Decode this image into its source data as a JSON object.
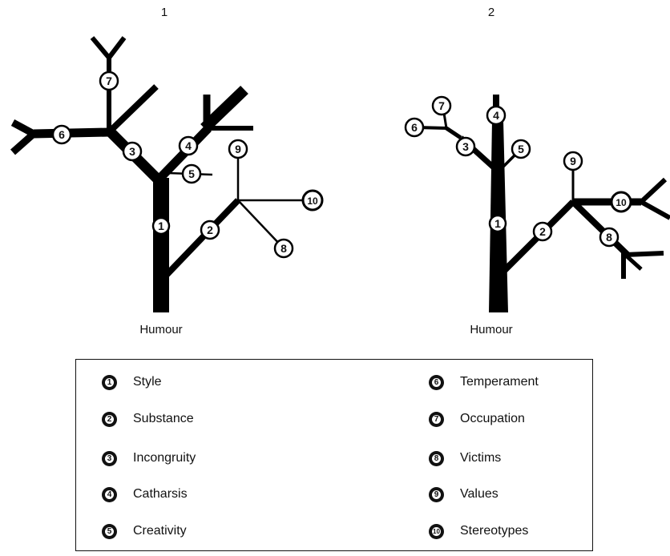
{
  "diagram_titles": [
    "1",
    "2"
  ],
  "tree_labels": [
    "Humour",
    "Humour"
  ],
  "legend": [
    {
      "number": "1",
      "label": "Style"
    },
    {
      "number": "2",
      "label": "Substance"
    },
    {
      "number": "3",
      "label": "Incongruity"
    },
    {
      "number": "4",
      "label": "Catharsis"
    },
    {
      "number": "5",
      "label": "Creativity"
    },
    {
      "number": "6",
      "label": "Temperament"
    },
    {
      "number": "7",
      "label": "Occupation"
    },
    {
      "number": "8",
      "label": "Victims"
    },
    {
      "number": "9",
      "label": "Values"
    },
    {
      "number": "10",
      "label": "Stereotypes"
    }
  ]
}
